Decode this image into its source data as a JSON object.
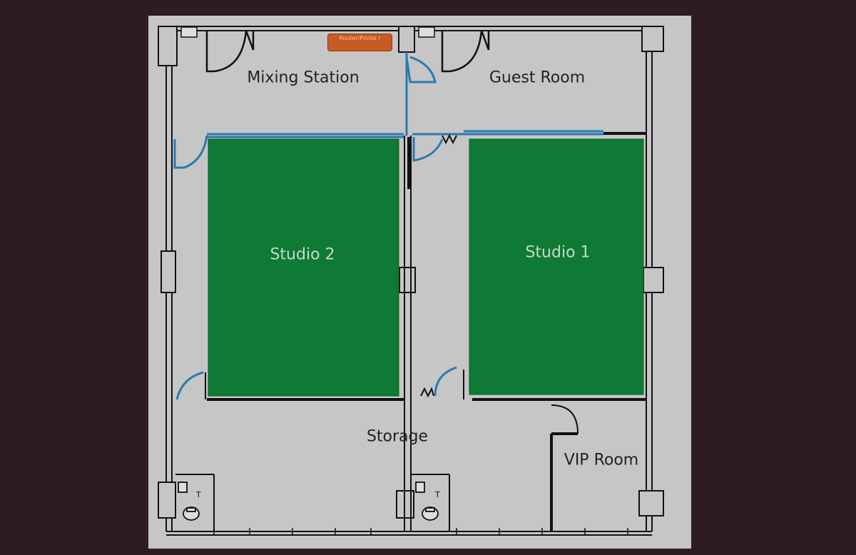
{
  "rooms": {
    "mixing_station": "Mixing Station",
    "guest_room": "Guest Room",
    "studio_2": "Studio 2",
    "studio_1": "Studio 1",
    "storage": "Storage",
    "vip_room": "VIP Room"
  },
  "equipment": {
    "router_printer": "Router/Printe r"
  },
  "fixtures": {
    "toilet_label": "T"
  },
  "colors": {
    "background": "#2e1c23",
    "plan": "#c6c6c6",
    "studio_fill": "#0e7a35",
    "wall": "#111111",
    "blue_wall": "#2a7ab0",
    "router_badge": "#c85a24"
  }
}
